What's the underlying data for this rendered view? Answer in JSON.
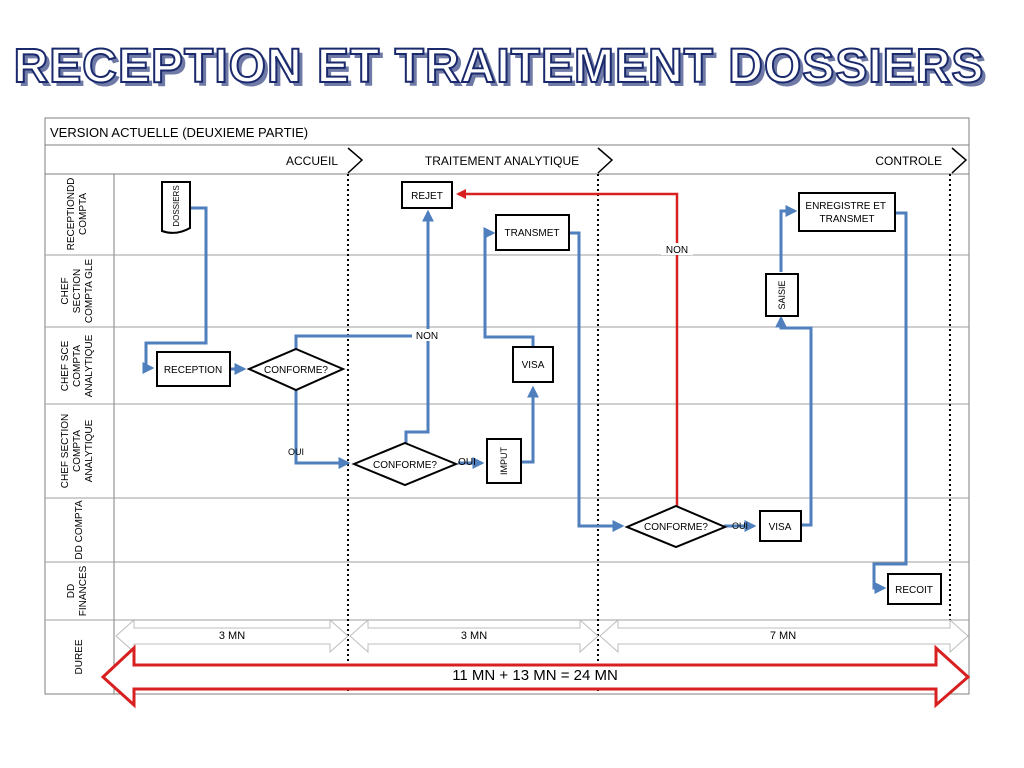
{
  "title": "RECEPTION ET TRAITEMENT DOSSIERS",
  "version_label": "VERSION ACTUELLE (DEUXIEME PARTIE)",
  "phases": [
    "ACCUEIL",
    "TRAITEMENT ANALYTIQUE",
    "CONTROLE"
  ],
  "lanes": [
    [
      "RECEPTIONDD",
      "COMPTA"
    ],
    [
      "CHEF",
      "SECTION",
      "COMPTA GLE"
    ],
    [
      "CHEF SCE",
      "COMPTA",
      "ANALYTIQUE"
    ],
    [
      "CHEF SECTION",
      "COMPTA",
      "ANALYTIQUE"
    ],
    [
      "DD COMPTA"
    ],
    [
      "DD",
      "FINANCES"
    ],
    [
      "DUREE"
    ]
  ],
  "nodes": {
    "dossiers": "DOSSIERS",
    "reception": "RECEPTION",
    "conforme_1": "CONFORME?",
    "rejet": "REJET",
    "conforme_2": "CONFORME?",
    "imput": "IMPUT",
    "visa_1": "VISA",
    "transmet": "TRANSMET",
    "conforme_3": "CONFORME?",
    "visa_2": "VISA",
    "saisie": "SAISIE",
    "enregistre": [
      "ENREGISTRE ET",
      "TRANSMET"
    ],
    "recoit": "RECOIT"
  },
  "edge_labels": {
    "non_1": "NON",
    "oui_1": "OUI",
    "oui_2": "OUI",
    "non_2": "NON",
    "oui_3": "OUI"
  },
  "durations": [
    "3 MN",
    "3 MN",
    "7 MN"
  ],
  "total": "11 MN + 13 MN = 24 MN",
  "colors": {
    "flow": "#4f7fbd",
    "reject": "#d7201f",
    "title_stroke": "#1a2a6c",
    "border": "#7f7f7f"
  }
}
